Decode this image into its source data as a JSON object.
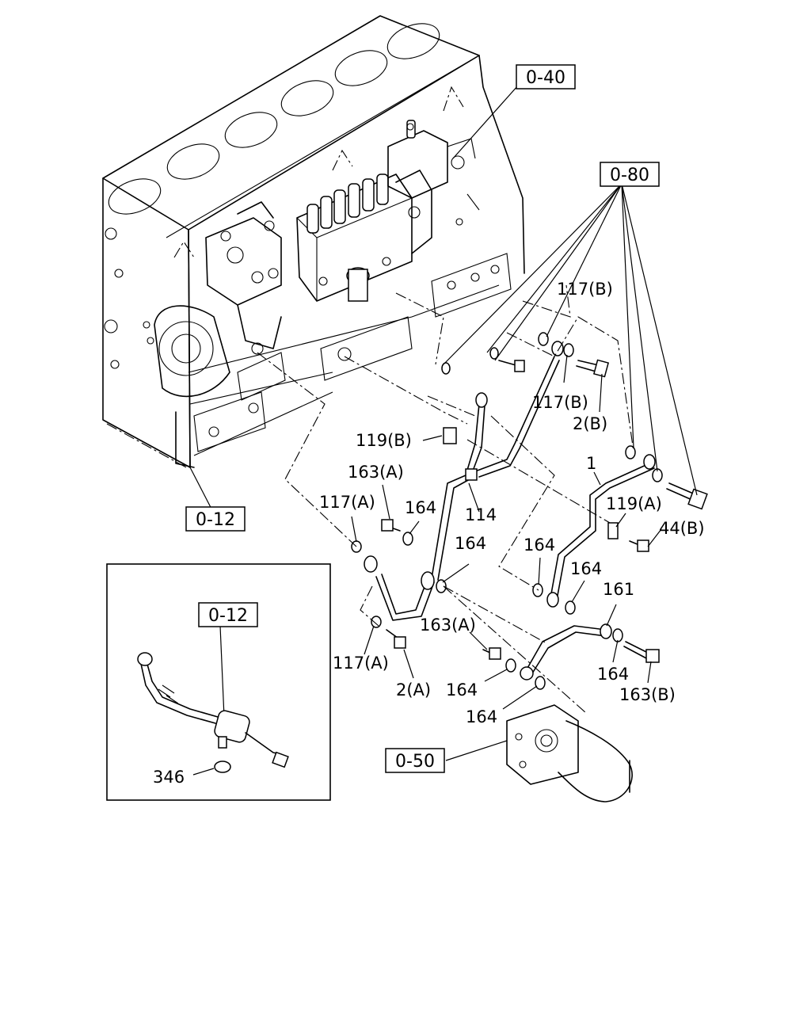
{
  "references": {
    "ref_040": "0-40",
    "ref_080": "0-80",
    "ref_012_main": "0-12",
    "ref_012_inset": "0-12",
    "ref_050": "0-50"
  },
  "callouts": {
    "c_117B_top": "117(B)",
    "c_117B_mid": "117(B)",
    "c_2B": "2(B)",
    "c_1": "1",
    "c_119B": "119(B)",
    "c_163A_top": "163(A)",
    "c_117A_top": "117(A)",
    "c_164_a": "164",
    "c_114": "114",
    "c_164_b": "164",
    "c_164_c": "164",
    "c_119A": "119(A)",
    "c_44B": "44(B)",
    "c_164_d": "164",
    "c_161": "161",
    "c_163A_mid": "163(A)",
    "c_117A_bot": "117(A)",
    "c_2A": "2(A)",
    "c_164_e": "164",
    "c_164_f": "164",
    "c_164_g": "164",
    "c_163B": "163(B)",
    "c_346": "346"
  }
}
